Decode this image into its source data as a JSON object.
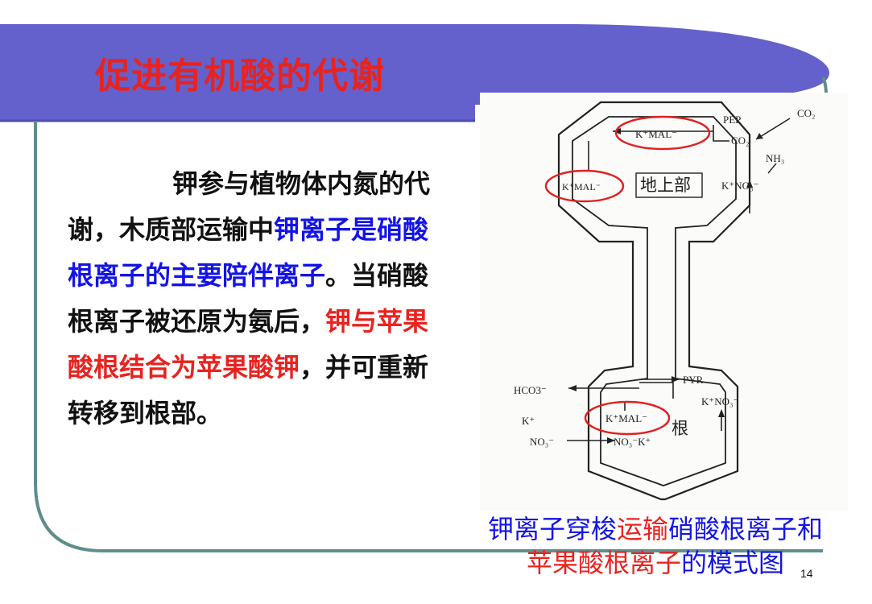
{
  "slide": {
    "title": "促进有机酸的代谢",
    "body": [
      {
        "text": "钾参与植物体内氮",
        "color": "dark"
      },
      {
        "text": "的代谢，木质部运输中",
        "color": "dark"
      },
      {
        "text": "钾离",
        "color": "blue"
      },
      {
        "text": "子是硝酸根离子的主要陪伴",
        "color": "blue"
      },
      {
        "text": "离子",
        "color": "blue"
      },
      {
        "text": "。当硝酸根离子被还原",
        "color": "dark"
      },
      {
        "text": "为氨后，",
        "color": "dark"
      },
      {
        "text": "钾与苹果酸根结合",
        "color": "red"
      },
      {
        "text": "为苹果酸钾",
        "color": "red"
      },
      {
        "text": "，并可重新转移",
        "color": "dark"
      },
      {
        "text": "到根部。",
        "color": "dark"
      }
    ],
    "caption": [
      {
        "text": "钾离子穿梭",
        "color": "blue"
      },
      {
        "text": "运输",
        "color": "red"
      },
      {
        "text": "硝酸根离子和",
        "color": "blue"
      },
      {
        "text": "苹果酸根离子",
        "color": "red"
      },
      {
        "text": "的模式图",
        "color": "blue"
      }
    ],
    "page_number": "14"
  },
  "diagram": {
    "labels": {
      "kmal_top": "K⁺MAL⁻",
      "kmal_left": "K⁺MAL⁻",
      "kmal_root": "K⁺MAL⁻",
      "shoot": "地上部",
      "root": "根",
      "pep": "PEP",
      "co2_right": "CO₂",
      "co2_inner": "CO₂",
      "nh3": "NH₃",
      "kno3_top": "K⁺NO₃⁻",
      "kno3_root": "K⁺NO₃⁻",
      "hco3": "HCO3⁻",
      "pyr": "PYR",
      "k_plus": "K⁺",
      "no3_left": "NO₃⁻",
      "no3k": "NO₃⁻K⁺"
    },
    "colors": {
      "highlight_ellipse": "#e02020",
      "line": "#222222"
    }
  },
  "theme": {
    "header_band": "#6461cc",
    "border_teal": "#5f8d8c",
    "title_red": "#e8231f",
    "blue_text": "#1414e6"
  }
}
